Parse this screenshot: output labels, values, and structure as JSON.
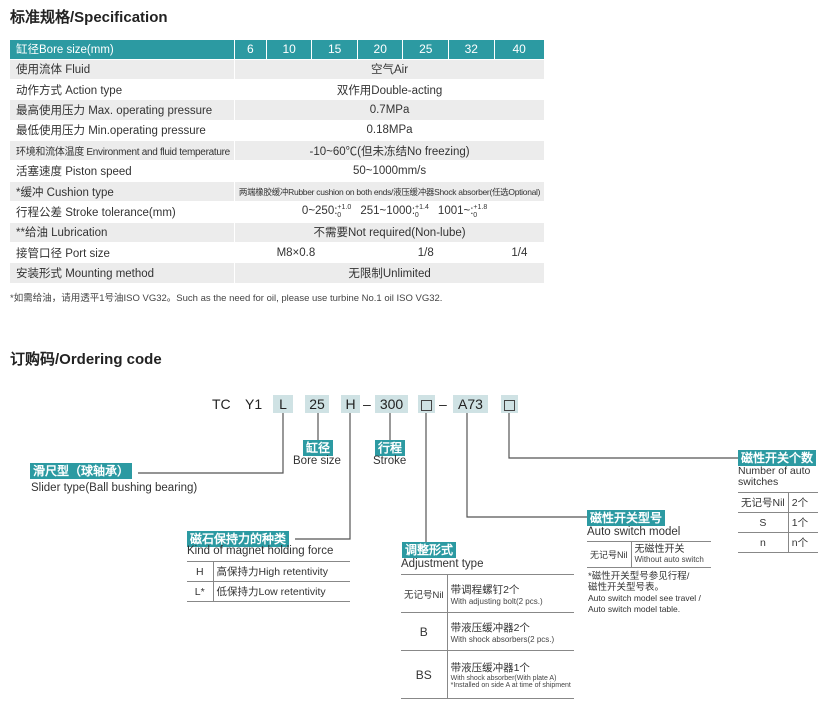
{
  "spec": {
    "title": "标准规格/Specification",
    "header": {
      "label": "缸径Bore size(mm)",
      "bores": [
        "6",
        "10",
        "15",
        "20",
        "25",
        "32",
        "40"
      ]
    },
    "rows": [
      {
        "label": "使用流体 Fluid",
        "value": "空气Air"
      },
      {
        "label": "动作方式 Action type",
        "value": "双作用Double-acting"
      },
      {
        "label": "最高使用压力 Max. operating pressure",
        "value": "0.7MPa"
      },
      {
        "label": "最低使用压力 Min.operating pressure",
        "value": "0.18MPa"
      },
      {
        "label": "环境和流体温度 Environment and fluid temperature",
        "value": "-10~60℃(但未冻结No freezing)"
      },
      {
        "label": "活塞速度 Piston speed",
        "value": "50~1000mm/s"
      },
      {
        "label": "*缓冲 Cushion type",
        "value": "两端橡胶缓冲Rubber cushion on both ends/液压缓冲器Shock absorber(任选Optional)"
      },
      {
        "label": "行程公差 Stroke tolerance(mm)",
        "t1": "0~250:",
        "t1s": "+1.0",
        "t1b": "0",
        "t2": "251~1000:",
        "t2s": "+1.4",
        "t2b": "0",
        "t3": "1001~:",
        "t3s": "+1.8",
        "t3b": "0"
      },
      {
        "label": "**给油 Lubrication",
        "value": "不需要Not required(Non-lube)"
      },
      {
        "label": "接管口径  Port size",
        "v1": "M8×0.8",
        "v2": "1/8",
        "v3": "1/4"
      },
      {
        "label": "安装形式 Mounting method",
        "value": "无限制Unlimited"
      }
    ],
    "note": "*如需给油，请用透平1号油ISO VG32。Such as the need for oil, please use turbine No.1 oil ISO VG32."
  },
  "order": {
    "title": "订购码/Ordering code",
    "code": {
      "p1": "TC",
      "p2": "Y1",
      "p3": "L",
      "p4": "25",
      "p5": "H",
      "dash": "–",
      "p6": "300",
      "p8": "A73"
    },
    "slider": {
      "tag": "滑尺型（球轴承）",
      "sub": "Slider type(Ball bushing bearing)"
    },
    "bore": {
      "tag": "缸径",
      "sub": "Bore size"
    },
    "stroke": {
      "tag": "行程",
      "sub": "Stroke"
    },
    "magnet": {
      "tag": "磁石保持力的种类",
      "sub": "Kind of magnet holding force",
      "rows": [
        {
          "k": "H",
          "v": "高保持力High retentivity"
        },
        {
          "k": "L*",
          "v": "低保持力Low retentivity"
        }
      ]
    },
    "adjust": {
      "tag": "调整形式",
      "sub": "Adjustment type",
      "rows": [
        {
          "k": "无记号Nil",
          "v": "带调程螺钉2个",
          "e": "With adjusting bolt(2 pcs.)"
        },
        {
          "k": "B",
          "v": "带液压缓冲器2个",
          "e": "With shock absorbers(2 pcs.)"
        },
        {
          "k": "BS",
          "v": "带液压缓冲器1个",
          "e": "With shock absorber(With plate A)",
          "e2": "*Installed on side A at time of shipment"
        }
      ]
    },
    "switch": {
      "tag": "磁性开关型号",
      "sub": "Auto switch model",
      "k": "无记号Nil",
      "v": "无磁性开关",
      "e": "Without auto switch",
      "fn1": "*磁性开关型号参见行程/",
      "fn2": "磁性开关型号表。",
      "fn3": "Auto switch model see travel /",
      "fn4": "Auto switch model table."
    },
    "count": {
      "tag": "磁性开关个数",
      "sub1": "Number of auto",
      "sub2": "switches",
      "rows": [
        {
          "k": "无记号Nil",
          "v": "2个"
        },
        {
          "k": "S",
          "v": "1个"
        },
        {
          "k": "n",
          "v": "n个"
        }
      ]
    }
  },
  "colors": {
    "accent": "#2c9aa2",
    "code_box": "#cfe2e4"
  }
}
